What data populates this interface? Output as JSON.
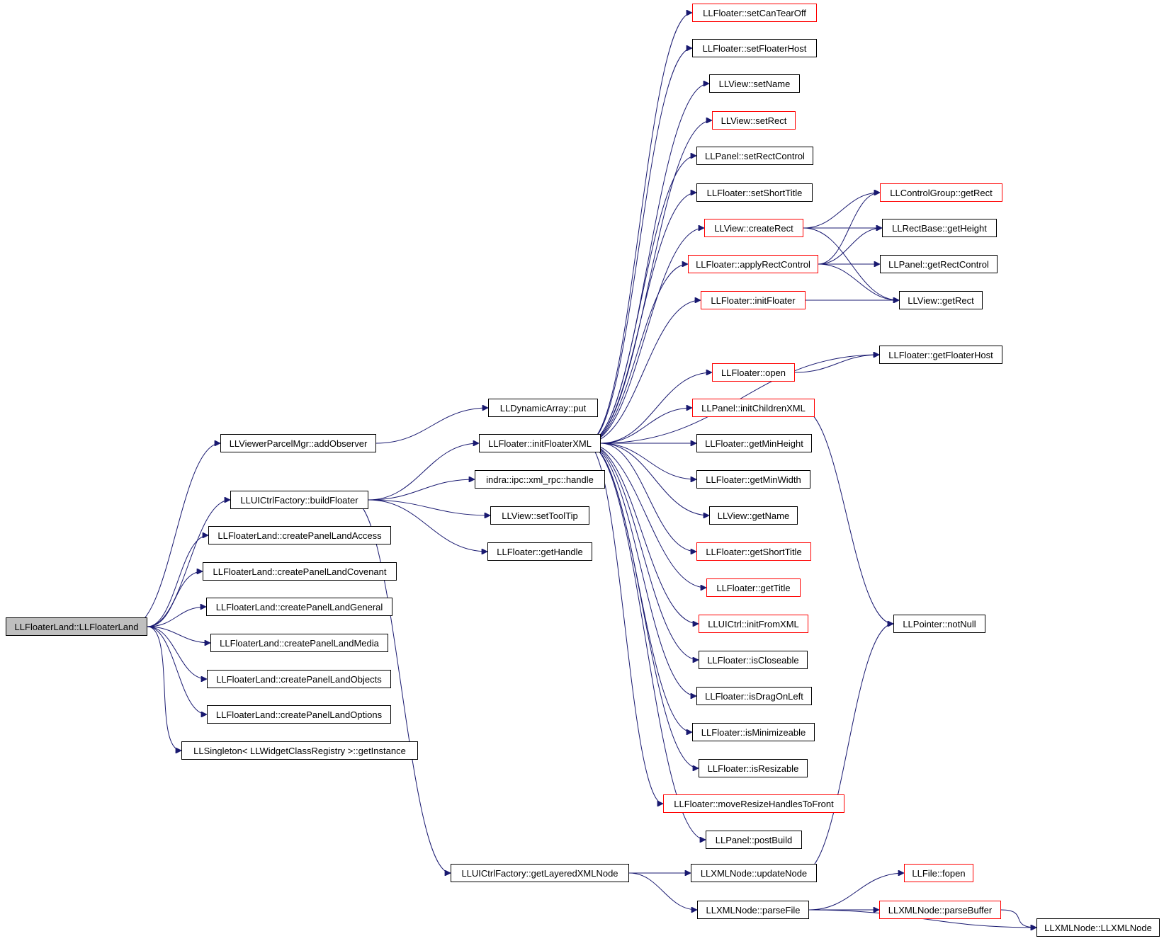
{
  "colors": {
    "edge": "#191970",
    "default_border": "#000000",
    "incomplete_border": "#ff0000",
    "root_fill": "#bfbfbf"
  },
  "nodes": {
    "root": {
      "label": "LLFloaterLand::LLFloaterLand",
      "style": "root"
    },
    "addObserver": {
      "label": "LLViewerParcelMgr::addObserver",
      "style": "black"
    },
    "buildFloater": {
      "label": "LLUICtrlFactory::buildFloater",
      "style": "black"
    },
    "cplAccess": {
      "label": "LLFloaterLand::createPanelLandAccess",
      "style": "black"
    },
    "cplCovenant": {
      "label": "LLFloaterLand::createPanelLandCovenant",
      "style": "black"
    },
    "cplGeneral": {
      "label": "LLFloaterLand::createPanelLandGeneral",
      "style": "black"
    },
    "cplMedia": {
      "label": "LLFloaterLand::createPanelLandMedia",
      "style": "black"
    },
    "cplObjects": {
      "label": "LLFloaterLand::createPanelLandObjects",
      "style": "black"
    },
    "cplOptions": {
      "label": "LLFloaterLand::createPanelLandOptions",
      "style": "black"
    },
    "getInstance": {
      "label": "LLSingleton< LLWidgetClassRegistry >::getInstance",
      "style": "black"
    },
    "dynPut": {
      "label": "LLDynamicArray::put",
      "style": "black"
    },
    "initFloaterXML": {
      "label": "LLFloater::initFloaterXML",
      "style": "black"
    },
    "xmlrpcHandle": {
      "label": "indra::ipc::xml_rpc::handle",
      "style": "black"
    },
    "setToolTip": {
      "label": "LLView::setToolTip",
      "style": "black"
    },
    "getHandle": {
      "label": "LLFloater::getHandle",
      "style": "black"
    },
    "getLayeredXMLNode": {
      "label": "LLUICtrlFactory::getLayeredXMLNode",
      "style": "black"
    },
    "setCanTearOff": {
      "label": "LLFloater::setCanTearOff",
      "style": "red"
    },
    "setFloaterHost": {
      "label": "LLFloater::setFloaterHost",
      "style": "black"
    },
    "setName": {
      "label": "LLView::setName",
      "style": "black"
    },
    "setRect": {
      "label": "LLView::setRect",
      "style": "red"
    },
    "setRectControl": {
      "label": "LLPanel::setRectControl",
      "style": "black"
    },
    "setShortTitle": {
      "label": "LLFloater::setShortTitle",
      "style": "black"
    },
    "createRect": {
      "label": "LLView::createRect",
      "style": "red"
    },
    "applyRectControl": {
      "label": "LLFloater::applyRectControl",
      "style": "red"
    },
    "initFloater": {
      "label": "LLFloater::initFloater",
      "style": "red"
    },
    "open": {
      "label": "LLFloater::open",
      "style": "red"
    },
    "initChildrenXML": {
      "label": "LLPanel::initChildrenXML",
      "style": "red"
    },
    "getMinHeight": {
      "label": "LLFloater::getMinHeight",
      "style": "black"
    },
    "getMinWidth": {
      "label": "LLFloater::getMinWidth",
      "style": "black"
    },
    "getName": {
      "label": "LLView::getName",
      "style": "black"
    },
    "getShortTitle": {
      "label": "LLFloater::getShortTitle",
      "style": "red"
    },
    "getTitle": {
      "label": "LLFloater::getTitle",
      "style": "red"
    },
    "initFromXML": {
      "label": "LLUICtrl::initFromXML",
      "style": "red"
    },
    "isCloseable": {
      "label": "LLFloater::isCloseable",
      "style": "black"
    },
    "isDragOnLeft": {
      "label": "LLFloater::isDragOnLeft",
      "style": "black"
    },
    "isMinimizeable": {
      "label": "LLFloater::isMinimizeable",
      "style": "black"
    },
    "isResizable": {
      "label": "LLFloater::isResizable",
      "style": "black"
    },
    "moveResize": {
      "label": "LLFloater::moveResizeHandlesToFront",
      "style": "red"
    },
    "postBuild": {
      "label": "LLPanel::postBuild",
      "style": "black"
    },
    "updateNode": {
      "label": "LLXMLNode::updateNode",
      "style": "black"
    },
    "parseFile": {
      "label": "LLXMLNode::parseFile",
      "style": "black"
    },
    "cgGetRect": {
      "label": "LLControlGroup::getRect",
      "style": "red"
    },
    "getHeight": {
      "label": "LLRectBase::getHeight",
      "style": "black"
    },
    "getRectControl": {
      "label": "LLPanel::getRectControl",
      "style": "black"
    },
    "viewGetRect": {
      "label": "LLView::getRect",
      "style": "black"
    },
    "getFloaterHost": {
      "label": "LLFloater::getFloaterHost",
      "style": "black"
    },
    "notNull": {
      "label": "LLPointer::notNull",
      "style": "black"
    },
    "fopen": {
      "label": "LLFile::fopen",
      "style": "red"
    },
    "parseBuffer": {
      "label": "LLXMLNode::parseBuffer",
      "style": "red"
    },
    "xmlNodeCtor": {
      "label": "LLXMLNode::LLXMLNode",
      "style": "black"
    }
  },
  "edges": [
    [
      "root",
      "addObserver"
    ],
    [
      "root",
      "buildFloater"
    ],
    [
      "root",
      "cplAccess"
    ],
    [
      "root",
      "cplCovenant"
    ],
    [
      "root",
      "cplGeneral"
    ],
    [
      "root",
      "cplMedia"
    ],
    [
      "root",
      "cplObjects"
    ],
    [
      "root",
      "cplOptions"
    ],
    [
      "root",
      "getInstance"
    ],
    [
      "addObserver",
      "dynPut"
    ],
    [
      "buildFloater",
      "initFloaterXML"
    ],
    [
      "buildFloater",
      "xmlrpcHandle"
    ],
    [
      "buildFloater",
      "setToolTip"
    ],
    [
      "buildFloater",
      "getHandle"
    ],
    [
      "buildFloater",
      "getLayeredXMLNode"
    ],
    [
      "initFloaterXML",
      "setCanTearOff"
    ],
    [
      "initFloaterXML",
      "setFloaterHost"
    ],
    [
      "initFloaterXML",
      "setName"
    ],
    [
      "initFloaterXML",
      "setRect"
    ],
    [
      "initFloaterXML",
      "setRectControl"
    ],
    [
      "initFloaterXML",
      "setShortTitle"
    ],
    [
      "initFloaterXML",
      "createRect"
    ],
    [
      "initFloaterXML",
      "applyRectControl"
    ],
    [
      "initFloaterXML",
      "initFloater"
    ],
    [
      "initFloaterXML",
      "getFloaterHost"
    ],
    [
      "initFloaterXML",
      "open"
    ],
    [
      "initFloaterXML",
      "initChildrenXML"
    ],
    [
      "initFloaterXML",
      "getMinHeight"
    ],
    [
      "initFloaterXML",
      "getMinWidth"
    ],
    [
      "initFloaterXML",
      "getName"
    ],
    [
      "initFloaterXML",
      "getShortTitle"
    ],
    [
      "initFloaterXML",
      "getTitle"
    ],
    [
      "initFloaterXML",
      "initFromXML"
    ],
    [
      "initFloaterXML",
      "isCloseable"
    ],
    [
      "initFloaterXML",
      "isDragOnLeft"
    ],
    [
      "initFloaterXML",
      "isMinimizeable"
    ],
    [
      "initFloaterXML",
      "isResizable"
    ],
    [
      "initFloaterXML",
      "moveResize"
    ],
    [
      "initFloaterXML",
      "postBuild"
    ],
    [
      "createRect",
      "cgGetRect"
    ],
    [
      "createRect",
      "getHeight"
    ],
    [
      "createRect",
      "viewGetRect"
    ],
    [
      "applyRectControl",
      "cgGetRect"
    ],
    [
      "applyRectControl",
      "getHeight"
    ],
    [
      "applyRectControl",
      "getRectControl"
    ],
    [
      "applyRectControl",
      "viewGetRect"
    ],
    [
      "initFloater",
      "viewGetRect"
    ],
    [
      "open",
      "getFloaterHost"
    ],
    [
      "initChildrenXML",
      "notNull"
    ],
    [
      "getLayeredXMLNode",
      "updateNode"
    ],
    [
      "getLayeredXMLNode",
      "parseFile"
    ],
    [
      "updateNode",
      "notNull"
    ],
    [
      "parseFile",
      "fopen"
    ],
    [
      "parseFile",
      "parseBuffer"
    ],
    [
      "parseFile",
      "xmlNodeCtor"
    ],
    [
      "parseBuffer",
      "xmlNodeCtor"
    ]
  ]
}
